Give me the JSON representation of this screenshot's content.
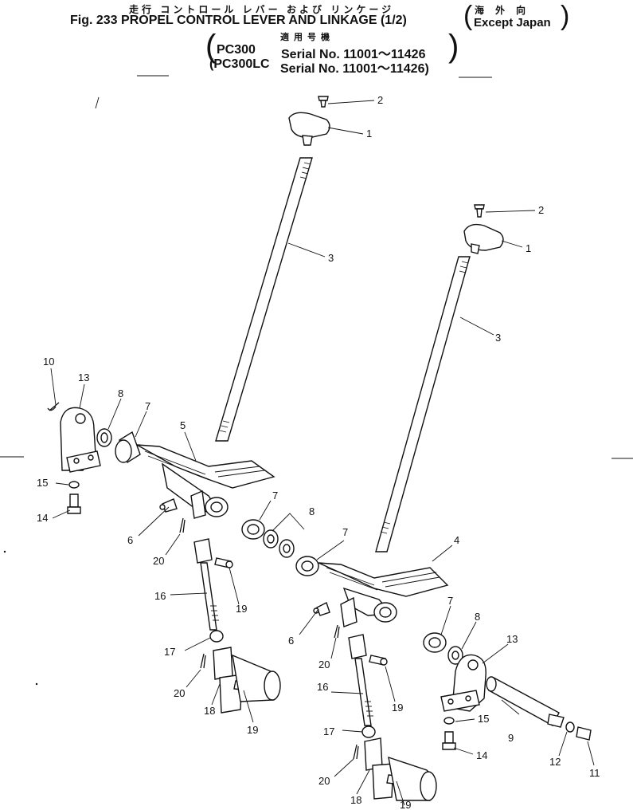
{
  "header": {
    "jp_title": "走行 コントロール レバー および リンケージ",
    "fig_title": "Fig. 233 PROPEL CONTROL LEVER AND LINKAGE (1/2)",
    "region_jp": "海外向",
    "region_en": "Except Japan",
    "applicable_jp": "適用号機",
    "model_1": "PC300",
    "serial_1": "Serial No. 11001～11426",
    "model_2": "(PC300LC",
    "serial_2": "Serial No. 11001～11426)"
  },
  "callouts": [
    "1",
    "2",
    "3",
    "1",
    "2",
    "3",
    "4",
    "5",
    "6",
    "6",
    "7",
    "7",
    "7",
    "7",
    "8",
    "8",
    "8",
    "9",
    "10",
    "11",
    "12",
    "13",
    "13",
    "14",
    "14",
    "15",
    "15",
    "16",
    "16",
    "17",
    "17",
    "18",
    "18",
    "19",
    "19",
    "19",
    "19",
    "20",
    "20",
    "20"
  ]
}
